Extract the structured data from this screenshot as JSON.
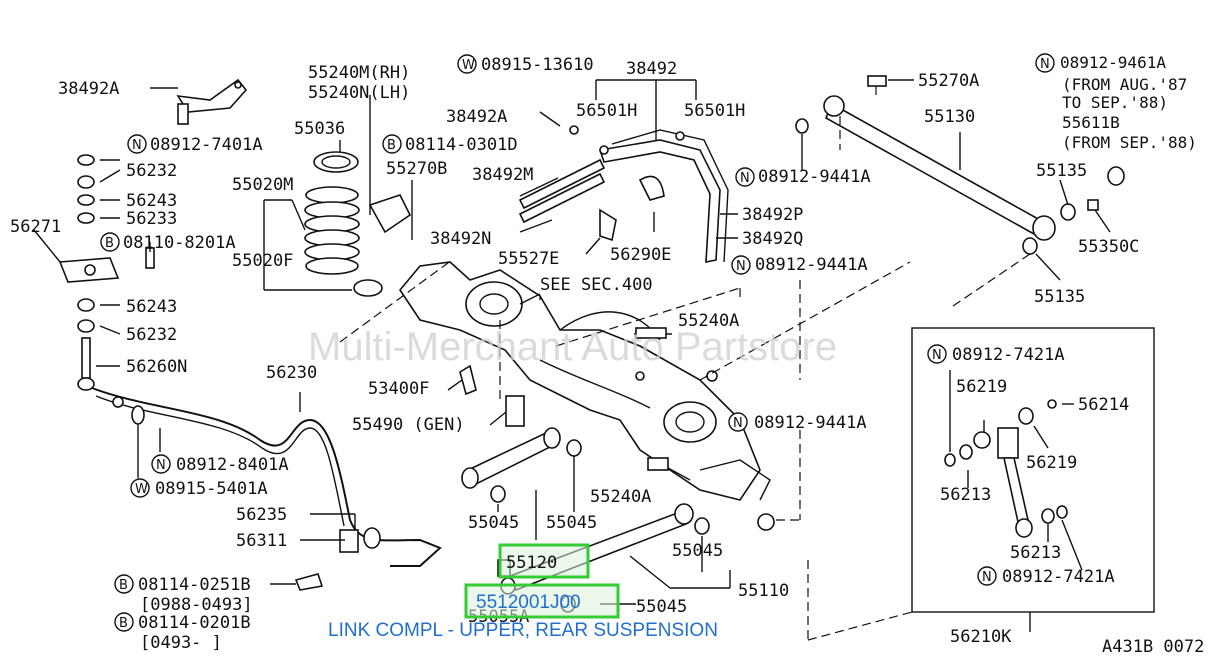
{
  "watermark": "Multi-Merchant Auto Partstore",
  "caption": "LINK COMPL - UPPER, REAR SUSPENSION",
  "highlight": {
    "label_a": "55120",
    "label_b": "5512001J00",
    "label_b_tail": "55055A"
  },
  "labels": {
    "l38492A_top": "38492A",
    "l08912_7401A": "08912-7401A",
    "l56232_a": "56232",
    "l56243_a": "56243",
    "l56233": "56233",
    "l56271": "56271",
    "l08110_8201A": "08110-8201A",
    "l56243_b": "56243",
    "l56232_b": "56232",
    "l56260N": "56260N",
    "l55240M": "55240M(RH)",
    "l55240N": "55240N(LH)",
    "l55036": "55036",
    "l08114_0301D": "08114-0301D",
    "l55270B": "55270B",
    "l55020M": "55020M",
    "l55020F": "55020F",
    "l08915_13610": "08915-13610",
    "l38492": "38492",
    "l38492A_mid": "38492A",
    "l56501H_a": "56501H",
    "l56501H_b": "56501H",
    "l38492M": "38492M",
    "l38492N": "38492N",
    "l55527E": "55527E",
    "l56290E": "56290E",
    "l38492P": "38492P",
    "l38492Q": "38492Q",
    "l08912_9441A_a": "08912-9441A",
    "l08912_9441A_b": "08912-9441A",
    "l08912_9441A_c": "08912-9441A",
    "l55270A": "55270A",
    "l55130": "55130",
    "l08912_9461A": "08912-9461A",
    "l_from_aug": "(FROM AUG.'87",
    "l_to_sep": "TO SEP.'88)",
    "l55611B": "55611B",
    "l_from_sep": "(FROM SEP.'88)",
    "l55135_a": "55135",
    "l55350C": "55350C",
    "l55135_b": "55135",
    "l_see_sec": "SEE SEC.400",
    "l55240A_a": "55240A",
    "l56230": "56230",
    "l53400F": "53400F",
    "l55490": "55490 (GEN)",
    "l08912_8401A": "08912-8401A",
    "l08915_5401A": "08915-5401A",
    "l56235": "56235",
    "l56311": "56311",
    "l55045_a": "55045",
    "l55045_b": "55045",
    "l55240A_b": "55240A",
    "l55045_c": "55045",
    "l55110": "55110",
    "l55045_d": "55045",
    "l08114_0251B": "08114-0251B",
    "l0988_0493": "[0988-0493]",
    "l08114_0201B": "08114-0201B",
    "l0493": "[0493-     ]",
    "l08912_7421A_a": "08912-7421A",
    "l56219_a": "56219",
    "l56214": "56214",
    "l56219_b": "56219",
    "l56213_a": "56213",
    "l56213_b": "56213",
    "l08912_7421A_b": "08912-7421A",
    "l56210K": "56210K",
    "l_code": "A431B 0072"
  },
  "marks": {
    "n": "N",
    "b": "B",
    "w": "W"
  }
}
